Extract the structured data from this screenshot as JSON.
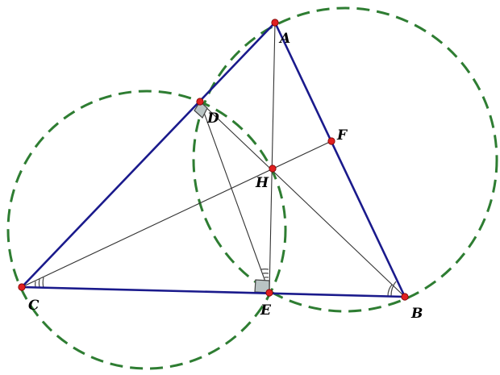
{
  "colors": {
    "triangle": "#1a1a8c",
    "cevian": "#333333",
    "circle": "#2e7d32",
    "point": "#e02020",
    "mark": "#444444",
    "square_fill": "#b9c4c4"
  },
  "points": {
    "A": {
      "label": "A"
    },
    "B": {
      "label": "B"
    },
    "C": {
      "label": "C"
    },
    "D": {
      "label": "D"
    },
    "E": {
      "label": "E"
    },
    "F": {
      "label": "F"
    },
    "H": {
      "label": "H"
    }
  }
}
